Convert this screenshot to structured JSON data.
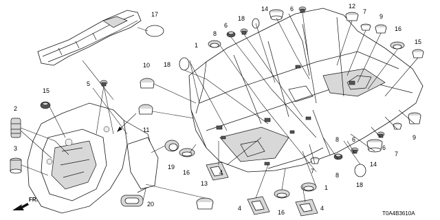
{
  "diagram": {
    "code": "T0A4B3610A",
    "direction_label": "FR.",
    "callouts": {
      "c17": "17",
      "c18a": "18",
      "c14a": "14",
      "c6a": "6",
      "c12": "12",
      "c7a": "7",
      "c9a": "9",
      "c6b": "6",
      "c8a": "8",
      "c1a": "1",
      "c16a": "16",
      "c15b": "15",
      "c10": "10",
      "c18b": "18",
      "c5": "5",
      "c15a": "15",
      "c11": "11",
      "c2": "2",
      "c3": "3",
      "c19": "19",
      "c16b": "16",
      "c4a": "4",
      "c13": "13",
      "c20": "20",
      "c4b": "4",
      "c16c": "16",
      "c4c": "4",
      "c1b": "1",
      "c7b": "7",
      "c8b": "8",
      "c18c": "18",
      "c14b": "14",
      "c6c": "6",
      "c7c": "7",
      "c9b": "9",
      "c6d": "6",
      "c8c": "8"
    }
  }
}
